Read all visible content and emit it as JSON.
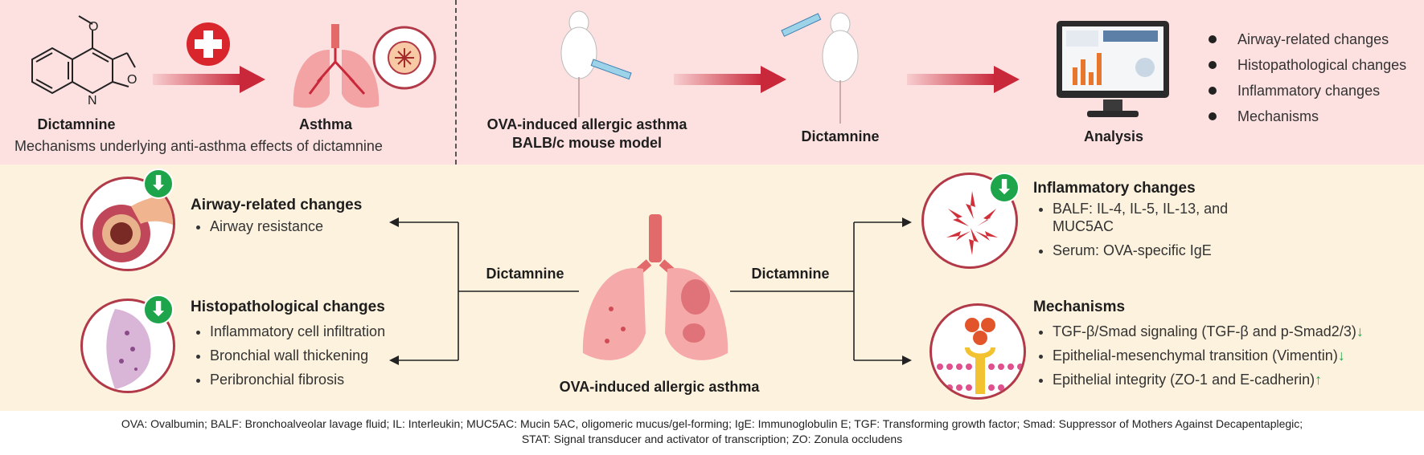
{
  "top": {
    "dictamnine_label": "Dictamnine",
    "asthma_label": "Asthma",
    "mechanism_caption": "Mechanisms underlying anti-asthma effects of dictamnine",
    "ova_model_line1": "OVA-induced allergic asthma",
    "ova_model_line2": "BALB/c  mouse model",
    "dictamnine_treatment_label": "Dictamnine",
    "analysis_label": "Analysis",
    "analysis_items": [
      "Airway-related changes",
      "Histopathological changes",
      "Inflammatory changes",
      "Mechanisms"
    ],
    "molecule_atoms": {
      "oxygen_methoxy": "O",
      "oxygen_furan": "O",
      "nitrogen": "N"
    }
  },
  "center": {
    "left_arrow_label": "Dictamnine",
    "right_arrow_label": "Dictamnine",
    "lung_caption": "OVA-induced  allergic asthma"
  },
  "panels": {
    "airway": {
      "title": "Airway-related changes",
      "items": [
        "Airway resistance"
      ],
      "badge": "⬇"
    },
    "histo": {
      "title": "Histopathological changes",
      "items": [
        "Inflammatory cell infiltration",
        "Bronchial wall thickening",
        "Peribronchial fibrosis"
      ],
      "badge": "⬇"
    },
    "inflammatory": {
      "title": "Inflammatory changes",
      "items": [
        "BALF: IL-4, IL-5, IL-13, and MUC5AC",
        "Serum: OVA-specific IgE"
      ],
      "badge": "⬇"
    },
    "mechanisms": {
      "title": "Mechanisms",
      "items": [
        {
          "text": "TGF-β/Smad signaling (TGF-β and p-Smad2/3)",
          "arrow": "↓"
        },
        {
          "text": "Epithelial-mesenchymal transition (Vimentin)",
          "arrow": "↓"
        },
        {
          "text": "Epithelial integrity (ZO-1 and E-cadherin)",
          "arrow": "↑"
        }
      ]
    }
  },
  "footer": {
    "line1": "OVA: Ovalbumin;  BALF: Bronchoalveolar lavage fluid; IL: Interleukin;  MUC5AC: Mucin 5AC, oligomeric mucus/gel-forming;  IgE:  Immunoglobulin  E; TGF: Transforming growth  factor; Smad:  Suppressor of Mothers Against Decapentaplegic;",
    "line2": "STAT: Signal transducer and activator of transcription; ZO: Zonula occludens"
  },
  "colors": {
    "arrow_red": "#c8283a",
    "badge_green": "#1ea44a",
    "top_bg": "#fde0e0",
    "bottom_bg": "#fdf2de",
    "circle_border": "#b23a48"
  }
}
